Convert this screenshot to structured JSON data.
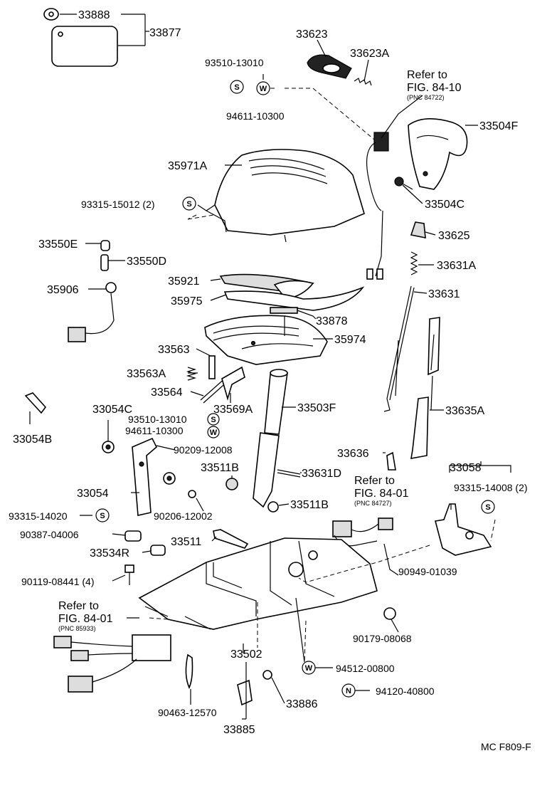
{
  "figure_code": "MC F809-F",
  "labels": {
    "p33888": "33888",
    "p33877": "33877",
    "p33623": "33623",
    "p33623A": "33623A",
    "p93510_13010_a": "93510-13010",
    "p94611_10300_a": "94611-10300",
    "p33504F": "33504F",
    "p35971A": "35971A",
    "p93315_15012": "93315-15012 (2)",
    "p33504C": "33504C",
    "p33625": "33625",
    "p33550E": "33550E",
    "p33550D": "33550D",
    "p33631A": "33631A",
    "p35921": "35921",
    "p35906": "35906",
    "p35975": "35975",
    "p33631": "33631",
    "p33878": "33878",
    "p35974": "35974",
    "p33563": "33563",
    "p33563A": "33563A",
    "p33564": "33564",
    "p33569A": "33569A",
    "p33503F": "33503F",
    "p33054C": "33054C",
    "p33635A": "33635A",
    "p93510_13010_b": "93510-13010",
    "p94611_10300_b": "94611-10300",
    "p33054B": "33054B",
    "p90209_12008": "90209-12008",
    "p33636": "33636",
    "p33511B_a": "33511B",
    "p33631D": "33631D",
    "p33058": "33058",
    "p33054": "33054",
    "p93315_14008": "93315-14008 (2)",
    "p33511B_b": "33511B",
    "p93315_14020": "93315-14020",
    "p90206_12002": "90206-12002",
    "p90387_04006": "90387-04006",
    "p33511": "33511",
    "p33534R": "33534R",
    "p90949_01039": "90949-01039",
    "p90119_08441": "90119-08441 (4)",
    "p90179_08068": "90179-08068",
    "p33502": "33502",
    "p94512_00800": "94512-00800",
    "p94120_40800": "94120-40800",
    "p90463_12570": "90463-12570",
    "p33886": "33886",
    "p33885": "33885"
  },
  "references": {
    "r1_line1": "Refer to",
    "r1_line2": "FIG. 84-10",
    "r1_pnc": "(PNC 84722)",
    "r2_line1": "Refer to",
    "r2_line2": "FIG. 84-01",
    "r2_pnc": "(PNC 84727)",
    "r3_line1": "Refer to",
    "r3_line2": "FIG. 84-01",
    "r3_pnc": "(PNC 85933)"
  },
  "symbols": {
    "s": "S",
    "w": "W",
    "n": "N"
  }
}
